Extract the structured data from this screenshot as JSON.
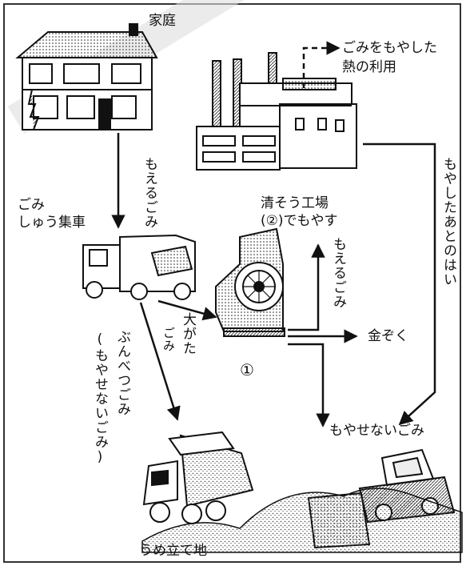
{
  "labels": {
    "home": "家庭",
    "heat_use": [
      "ごみをもやした",
      "熱の利用"
    ],
    "burnable_garbage_top": "もえるごみ",
    "garbage_truck": [
      "ごみ",
      "しゅう集車"
    ],
    "cleaning_plant": [
      "清そう工場",
      "(②)でもやす"
    ],
    "burnable_garbage_mid": "もえるごみ",
    "ash_after_burning": "もやしたあとのはい",
    "bulky_garbage": [
      "大がた",
      "ごみ"
    ],
    "facility_number": "①",
    "metals": "金ぞく",
    "separated_garbage": "ぶんべつごみ",
    "separated_garbage_note": "(もやせないごみ)",
    "nonburnable_garbage": "もやせないごみ",
    "landfill": "うめ立て地"
  },
  "colors": {
    "ink": "#111111",
    "paper": "#ffffff",
    "watermark": "#dddddd"
  }
}
